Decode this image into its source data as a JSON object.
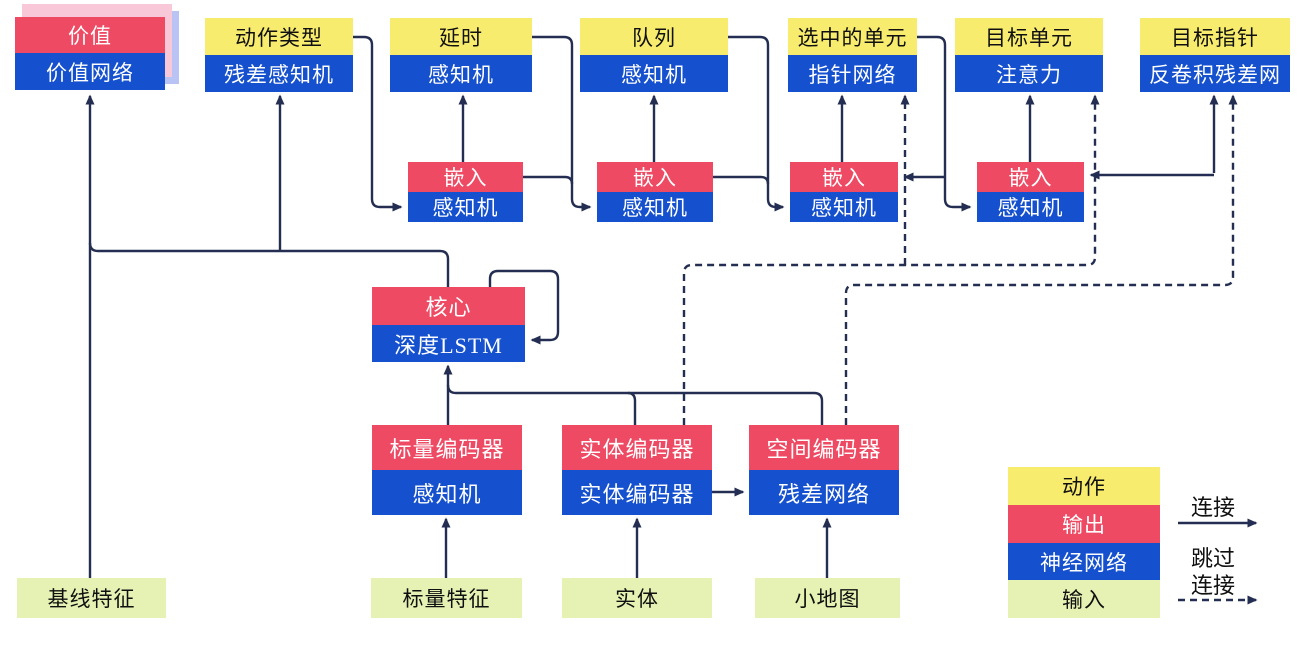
{
  "palette": {
    "action_yellow": "#F8EC6E",
    "output_red": "#EE4A63",
    "network_blue": "#1550CE",
    "input_green": "#E5F2B3",
    "wire_navy": "#232E52",
    "value_card_pink": "#F8C7D8",
    "value_card_blue": "#B9C4F4"
  },
  "nodes": {
    "value": {
      "top": "价值",
      "bottom": "价值网络"
    },
    "action_type": {
      "top": "动作类型",
      "bottom": "残差感知机"
    },
    "delay": {
      "top": "延时",
      "bottom": "感知机"
    },
    "queue": {
      "top": "队列",
      "bottom": "感知机"
    },
    "selected_units": {
      "top": "选中的单元",
      "bottom": "指针网络"
    },
    "target_unit": {
      "top": "目标单元",
      "bottom": "注意力"
    },
    "target_pointer": {
      "top": "目标指针",
      "bottom": "反卷积残差网"
    },
    "embed1": {
      "top": "嵌入",
      "bottom": "感知机"
    },
    "embed2": {
      "top": "嵌入",
      "bottom": "感知机"
    },
    "embed3": {
      "top": "嵌入",
      "bottom": "感知机"
    },
    "embed4": {
      "top": "嵌入",
      "bottom": "感知机"
    },
    "core": {
      "top": "核心",
      "bottom": "深度LSTM"
    },
    "scalar_encoder": {
      "top": "标量编码器",
      "bottom": "感知机"
    },
    "entity_encoder": {
      "top": "实体编码器",
      "bottom": "实体编码器"
    },
    "spatial_encoder": {
      "top": "空间编码器",
      "bottom": "残差网络"
    }
  },
  "inputs": {
    "baseline_features": "基线特征",
    "scalar_features": "标量特征",
    "entities": "实体",
    "minimap": "小地图"
  },
  "legend": {
    "action": "动作",
    "output": "输出",
    "neural_network": "神经网络",
    "input": "输入",
    "connection": "连接",
    "skip_line1": "跳过",
    "skip_line2": "连接"
  }
}
